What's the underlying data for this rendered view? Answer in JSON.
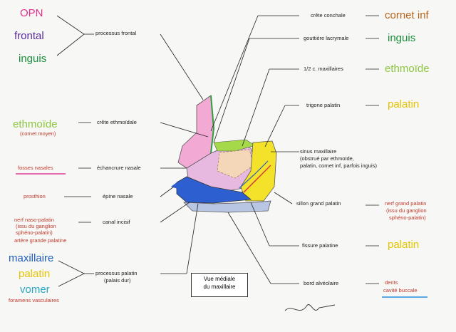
{
  "colors": {
    "opn": "#e0308a",
    "frontal": "#5a2ca0",
    "inguis": "#1a8f3c",
    "ethmoide": "#8cc63f",
    "cornet": "#b5651d",
    "palatin": "#e6c300",
    "maxillaire": "#1f5fbf",
    "vomer": "#2aa7c7",
    "red": "#c0392b"
  },
  "left_bones": {
    "opn": "OPN",
    "frontal": "frontal",
    "inguis": "inguis",
    "ethmoide": "ethmoïde",
    "cornet_moyen": "(cornet moyen)",
    "fosses_nasales": "fosses nasales",
    "prosthion": "prosthion",
    "nerf_naso_1": "nerf naso-palatin",
    "nerf_naso_2": "(issu du ganglion",
    "nerf_naso_3": "sphéno-palatin)",
    "artere": "artère grande palatine",
    "maxillaire": "maxillaire",
    "palatin": "palatin",
    "vomer": "vomer",
    "foramens": "foramens vasculaires"
  },
  "left_labels": {
    "processus_frontal": "processus frontal",
    "crete_ethmoidale": "crête ethmoïdale",
    "echancrure_nasale": "échancrure nasale",
    "epine_nasale": "épine nasale",
    "canal_incisif": "canal incisif",
    "processus_palatin_1": "processus palatin",
    "processus_palatin_2": "(palais dur)"
  },
  "right_labels": {
    "crete_conchale": "crête conchale",
    "gouttiere": "gouttière lacrymale",
    "demi_cellules": "1/2 c. maxillaires",
    "trigone": "trigone palatin",
    "sinus_1": "sinus maxillaire",
    "sinus_2": "(obstrué par ethmoïde,",
    "sinus_3": "palatin, cornet inf, parfois inguis)",
    "sillon": "sillon grand palatin",
    "fissure": "fissure palatine",
    "bord": "bord alvéolaire"
  },
  "right_bones": {
    "cornet_inf": "cornet inf",
    "inguis": "inguis",
    "ethmoide": "ethmoïde",
    "palatin_top": "palatin",
    "nerf_gp_1": "nerf grand palatin",
    "nerf_gp_2": "(issu du ganglion",
    "nerf_gp_3": "sphéno-palatin)",
    "palatin_bottom": "palatin",
    "dents": "dents",
    "cavite": "cavité buccale"
  },
  "title": {
    "line1": "Vue médiale",
    "line2": "du maxillaire"
  }
}
